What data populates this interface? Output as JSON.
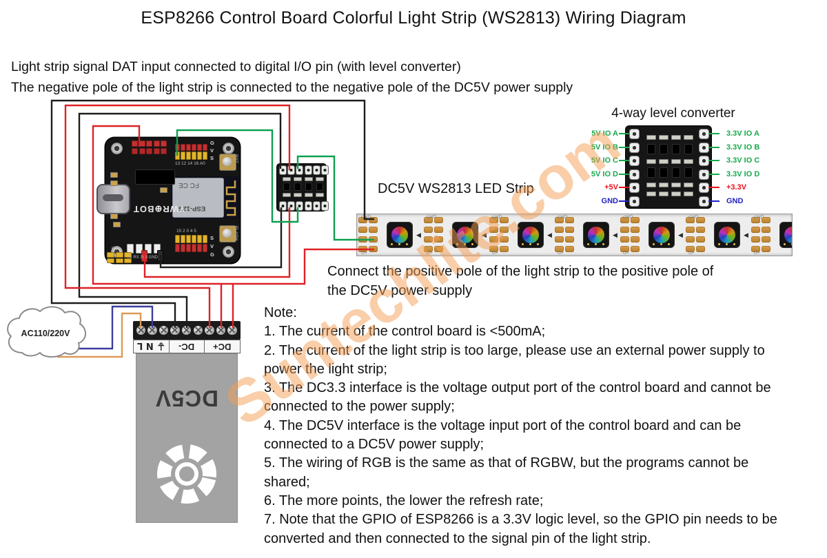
{
  "title": "ESP8266 Control Board Colorful Light Strip (WS2813) Wiring Diagram",
  "subtitle": {
    "line1": "Light strip signal DAT input connected to digital I/O pin (with level converter)",
    "line2": "The negative pole of the light strip is connected to the negative pole of the DC5V power supply"
  },
  "level_converter": {
    "title": "4-way level converter",
    "left_pins": [
      {
        "label": "5V IO A",
        "color": "#17a94a"
      },
      {
        "label": "5V IO B",
        "color": "#17a94a"
      },
      {
        "label": "5V IO C",
        "color": "#17a94a"
      },
      {
        "label": "5V IO D",
        "color": "#17a94a"
      },
      {
        "label": "+5V",
        "color": "#e8101c"
      },
      {
        "label": "GND",
        "color": "#1f1fc2"
      }
    ],
    "right_pins": [
      {
        "label": "3.3V IO A",
        "color": "#17a94a"
      },
      {
        "label": "3.3V IO B",
        "color": "#17a94a"
      },
      {
        "label": "3.3V IO C",
        "color": "#17a94a"
      },
      {
        "label": "3.3V IO D",
        "color": "#17a94a"
      },
      {
        "label": "+3.3V",
        "color": "#e8101c"
      },
      {
        "label": "GND",
        "color": "#1f1fc2"
      }
    ]
  },
  "strip": {
    "label": "DC5V WS2813 LED Strip",
    "segments": 7,
    "silk_top": "GND",
    "silk_bottom": "G+",
    "arrow": "◀"
  },
  "connect_note": {
    "line1": "Connect the positive pole of the light strip to the positive pole of",
    "line2": "the DC5V power supply"
  },
  "notes": {
    "heading": "Note:",
    "items": [
      "1. The current of the control board is <500mA;",
      "2. The current of the light strip is too large, please use an external power supply to power the light strip;",
      "3. The DC3.3 interface is the voltage output port of the control board and cannot be connected to the power supply;",
      "4. The DC5V interface is the voltage input port of the control board and can be connected to a DC5V power supply;",
      "5. The wiring of RGB is the same as that of RGBW, but the programs cannot be shared;",
      "6. The more points, the lower the refresh rate;",
      "7. Note that the GPIO of ESP8266 is a 3.3V logic level, so the GPIO pin needs to be converted and then connected to the signal pin of the light strip."
    ]
  },
  "power_supply": {
    "ac_label": "AC110/220V",
    "terminal_labels": {
      "earth_n_l": "⏚ N L",
      "dc_minus": "DC-",
      "dc_plus": "DC+"
    },
    "body_label": "DC5V",
    "screw_count": 9
  },
  "board": {
    "brand": "YWR⊕BOT",
    "module": "ESP-12S",
    "shield_marks": "FC  CE",
    "top_header_labels": [
      "G",
      "V",
      "S"
    ],
    "bottom_header_labels": [
      "S",
      "V",
      "G"
    ],
    "top_pin_caption": "13 12 14 16 A0",
    "bottom_pin_caption": "15 2 0 4 5",
    "serial_caption": "TX RX 3V3 GND",
    "aux_pin_caption": "5 4",
    "buttons": [
      "RST",
      "FLASH"
    ]
  },
  "watermark": "Suntechlite.com",
  "wire_colors": {
    "black": "#1c1c1c",
    "red": "#de2126",
    "green": "#0ba050",
    "blue": "#3c3c9e",
    "orange": "#dd9a55"
  }
}
